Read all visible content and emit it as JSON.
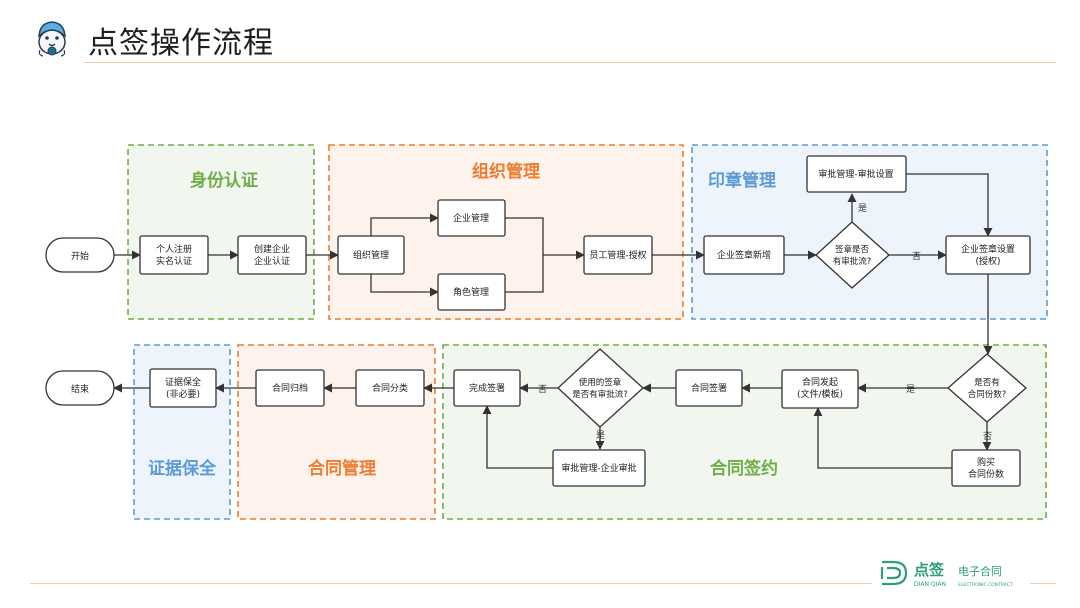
{
  "page": {
    "title": "点签操作流程"
  },
  "brand": {
    "cn": "点签",
    "cn_sub": "电子合同",
    "en": "DIAN QIAN",
    "en_sub": "ELECTRONIC CONTRACT"
  },
  "sections": {
    "identity": "身份认证",
    "org": "组织管理",
    "seal": "印章管理",
    "signing": "合同签约",
    "contract_mgmt": "合同管理",
    "evidence": "证据保全"
  },
  "nodes": {
    "start": "开始",
    "register_1": "个人注册",
    "register_2": "实名认证",
    "create_1": "创建企业",
    "create_2": "企业认证",
    "org_mgmt": "组织管理",
    "enterprise_mgmt": "企业管理",
    "role_mgmt": "角色管理",
    "staff_mgmt": "员工管理-授权",
    "add_seal": "企业签章新增",
    "seal_check_1": "签章是否",
    "seal_check_2": "有审批流?",
    "approval_setting": "审批管理-审批设置",
    "seal_setting_1": "企业签章设置",
    "seal_setting_2": "(授权)",
    "quota_check_1": "是否有",
    "quota_check_2": "合同份数?",
    "buy_1": "购买",
    "buy_2": "合同份数",
    "launch_1": "合同发起",
    "launch_2": "(文件/模板)",
    "contract_sign": "合同签署",
    "used_seal_1": "使用的签章",
    "used_seal_2": "是否有审批流?",
    "enterprise_approval": "审批管理-企业审批",
    "complete_sign": "完成签署",
    "classify": "合同分类",
    "archive": "合同归档",
    "evidence_1": "证据保全",
    "evidence_2": "(非必要)",
    "end": "结束"
  },
  "edge_labels": {
    "yes": "是",
    "no": "否"
  },
  "colors": {
    "green": "#70ad47",
    "orange": "#ed7d31",
    "blue": "#5b9bd5",
    "green_bg": "#f1f6ee",
    "orange_bg": "#fdf2ec",
    "blue_bg": "#eef4fb",
    "line": "#333333"
  }
}
